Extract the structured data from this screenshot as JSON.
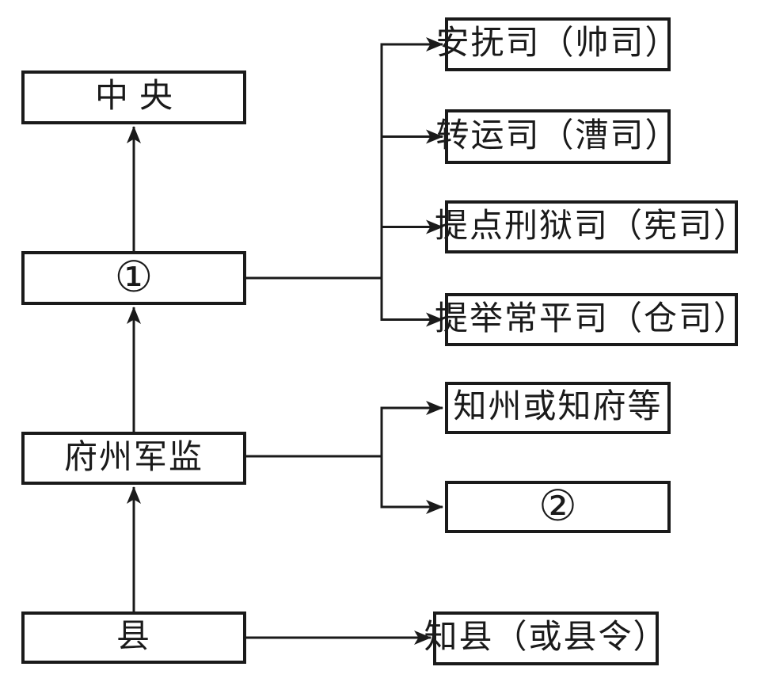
{
  "diagram": {
    "description_colors": {
      "line_color": "#1a1a1a",
      "box_background": "#ffffff",
      "page_background": "#ffffff"
    },
    "nodes": {
      "central": "中央",
      "blank1": "①",
      "fuzhoujunjian": "府州军监",
      "xian": "县",
      "anfusi": "安抚司（帅司）",
      "zhuanyunsi": "转运司（漕司）",
      "tidianxingyusi": "提点刑狱司（宪司）",
      "tijuchangpingsi": "提举常平司（仓司）",
      "zhizhou": "知州或知府等",
      "blank2": "②",
      "zhixian": "知县（或县令）"
    },
    "edges": [
      {
        "from": "blank1",
        "to": "central",
        "style": "arrow-up"
      },
      {
        "from": "fuzhoujunjian",
        "to": "blank1",
        "style": "arrow-up"
      },
      {
        "from": "xian",
        "to": "fuzhoujunjian",
        "style": "arrow-up"
      },
      {
        "from": "blank1",
        "to": "anfusi",
        "style": "arrow-right-branch"
      },
      {
        "from": "blank1",
        "to": "zhuanyunsi",
        "style": "arrow-right-branch"
      },
      {
        "from": "blank1",
        "to": "tidianxingyusi",
        "style": "arrow-right-branch"
      },
      {
        "from": "blank1",
        "to": "tijuchangpingsi",
        "style": "arrow-right-branch"
      },
      {
        "from": "fuzhoujunjian",
        "to": "zhizhou",
        "style": "arrow-right-branch"
      },
      {
        "from": "fuzhoujunjian",
        "to": "blank2",
        "style": "arrow-right-branch"
      },
      {
        "from": "xian",
        "to": "zhixian",
        "style": "arrow-right"
      }
    ]
  }
}
